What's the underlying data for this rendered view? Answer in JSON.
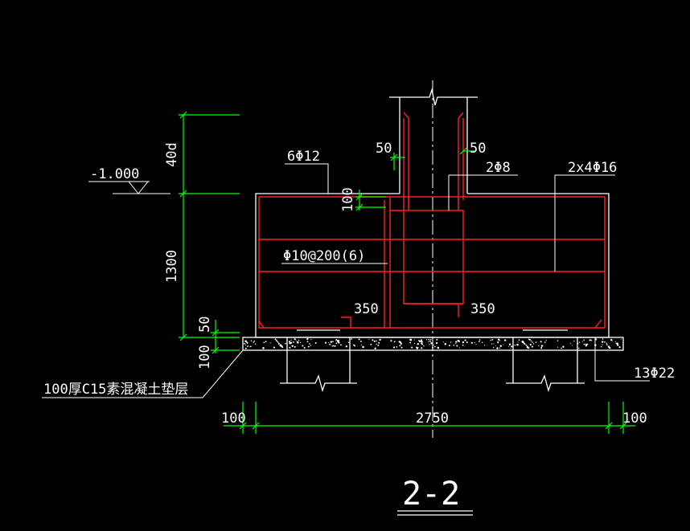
{
  "drawing": {
    "title": "2-2",
    "colors": {
      "background": "#000000",
      "outline": "#ffffff",
      "rebar": "#ff0000",
      "dimension": "#00ff00",
      "text": "#ffffff",
      "centerline": "#ffffff"
    },
    "labels": {
      "elevation": "-1.000",
      "rebar_6phi12": "6Φ12",
      "dim_50_left": "50",
      "dim_50_right": "50",
      "rebar_2phi8": "2Φ8",
      "rebar_2x4phi16": "2x4Φ16",
      "dim_40d": "40d",
      "dim_100_top": "100",
      "dim_1300": "1300",
      "stirrup_phi10": "Φ10@200(6)",
      "dim_350_left": "350",
      "dim_350_right": "350",
      "dim_50_bottom": "50",
      "dim_100_bottom": "100",
      "cushion_note": "100厚C15素混凝土垫层",
      "rebar_13phi22": "13Φ22",
      "dim_100_left": "100",
      "dim_2750": "2750",
      "dim_100_right": "100"
    }
  }
}
